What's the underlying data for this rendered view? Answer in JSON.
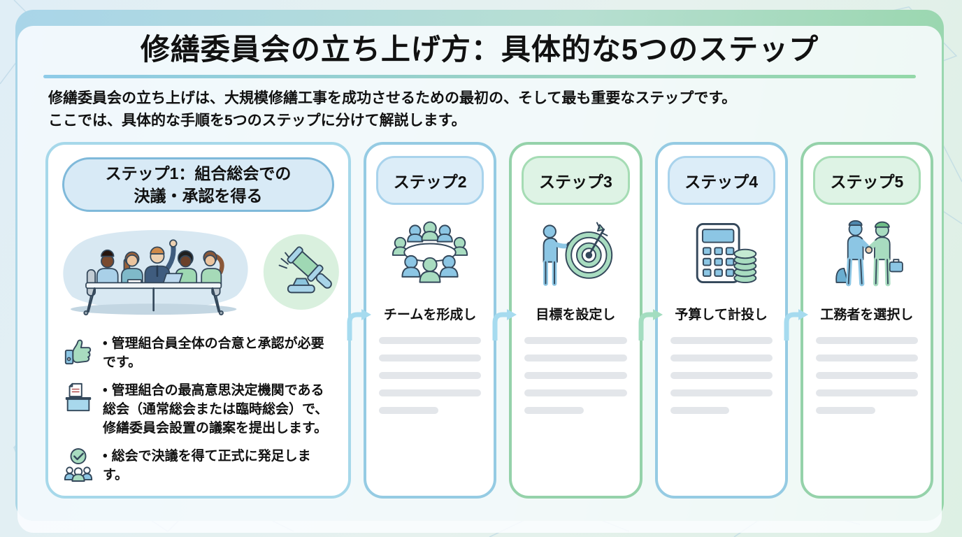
{
  "header": {
    "title": "修繕委員会の立ち上げ方：具体的な5つのステップ",
    "subtitle_line1": "修繕委員会の立ち上げは、大規模修繕工事を成功させるための最初の、そして最も重要なステップです。",
    "subtitle_line2": "ここでは、具体的な手順を5つのステップに分けて解説します。"
  },
  "misc": {
    "bullet": "•"
  },
  "step1": {
    "header_line1": "ステップ1：組合総会での",
    "header_line2": "決議・承認を得る",
    "illustrations": [
      "meeting-scene-illustration",
      "gavel-icon"
    ],
    "bullets": [
      {
        "icon": "thumbs-up-icon",
        "text": "管理組合員全体の合意と承認が必要です。"
      },
      {
        "icon": "ballot-box-icon",
        "text": "管理組合の最高意思決定機関である総会（通常総会または臨時総会）で、修繕委員会設置の議案を提出します。"
      },
      {
        "icon": "group-approved-icon",
        "text": "総会で決議を得て正式に発足します。"
      }
    ]
  },
  "steps": [
    {
      "label": "ステップ2",
      "caption": "チームを形成し",
      "icon": "team-meeting-icon",
      "accent": "blue"
    },
    {
      "label": "ステップ3",
      "caption": "目標を設定し",
      "icon": "goal-target-icon",
      "accent": "green"
    },
    {
      "label": "ステップ4",
      "caption": "予算して計投し",
      "icon": "budget-calculator-icon",
      "accent": "blue"
    },
    {
      "label": "ステップ5",
      "caption": "工務者を選択し",
      "icon": "contractor-handshake-icon",
      "accent": "green"
    }
  ],
  "colors": {
    "accent_blue": "#95cbe3",
    "accent_green": "#95d2aa",
    "pill_blue_bg": "#dcedf8",
    "pill_green_bg": "#def3e5",
    "arrow_blue": "#a6dbef",
    "arrow_green": "#a3ddc0",
    "placeholder_bar": "#e3e6ea",
    "text": "#111111"
  }
}
